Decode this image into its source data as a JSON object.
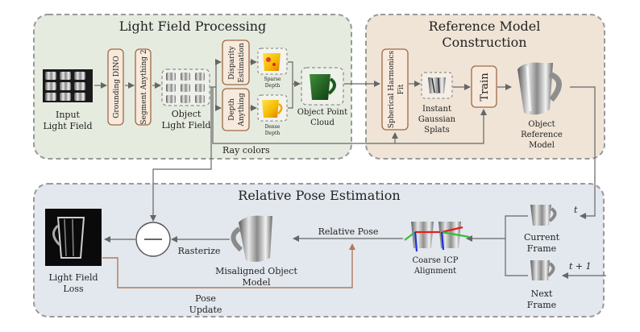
{
  "regions": {
    "light_field": "Light Field Processing",
    "reference": [
      "Reference Model",
      "Construction"
    ],
    "pose": "Relative Pose Estimation"
  },
  "blocks": {
    "grounding": "Grounding DINO",
    "segment": "Segment Anything 2",
    "disparity": [
      "Disparity",
      "Estimation"
    ],
    "depth": [
      "Depth",
      "Anything"
    ],
    "sh_fit": [
      "Spherical Harmonics",
      "Fit"
    ],
    "train": "Train"
  },
  "labels": {
    "input_lf": [
      "Input",
      "Light Field"
    ],
    "object_lf": [
      "Object",
      "Light Field"
    ],
    "sparse_depth": [
      "Sparse",
      "Depth"
    ],
    "dense_depth": [
      "Dense",
      "Depth"
    ],
    "point_cloud": [
      "Object Point",
      "Cloud"
    ],
    "instant_splats": [
      "Instant",
      "Gaussian",
      "Splats"
    ],
    "ref_model": [
      "Object",
      "Reference",
      "Model"
    ],
    "ray_colors": "Ray colors",
    "rasterize": "Rasterize",
    "misaligned": [
      "Misaligned Object",
      "Model"
    ],
    "relative_pose": "Relative Pose",
    "coarse_icp": [
      "Coarse ICP",
      "Alignment"
    ],
    "current_frame": [
      "Current",
      "Frame"
    ],
    "next_frame": [
      "Next",
      "Frame"
    ],
    "t": "t",
    "t_plus_1": "t + 1",
    "lf_loss": [
      "Light Field",
      "Loss"
    ],
    "pose_update": [
      "Pose",
      "Update"
    ]
  },
  "colors": {
    "lf_region": "#e6ebe0",
    "ref_region": "#efe4d6",
    "pose_region": "#e3e8ee",
    "block_fill": "#f7e9dc",
    "block_stroke": "#9c6a45",
    "arrow": "#666666",
    "update_arrow": "#b07a5a"
  }
}
